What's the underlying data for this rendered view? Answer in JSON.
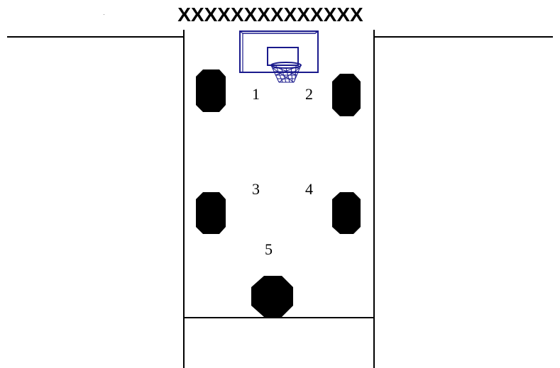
{
  "title": "XXXXXXXXXXXXXX",
  "positions": [
    {
      "number": "1"
    },
    {
      "number": "2"
    },
    {
      "number": "3"
    },
    {
      "number": "4"
    },
    {
      "number": "5"
    }
  ],
  "colors": {
    "lines": "#000000",
    "markers": "#000000",
    "backboard": "#1a1a8c",
    "net": "#1a1a8c"
  },
  "icons": {
    "hoop": "basketball-hoop-icon",
    "marker": "octagon-marker-icon"
  }
}
